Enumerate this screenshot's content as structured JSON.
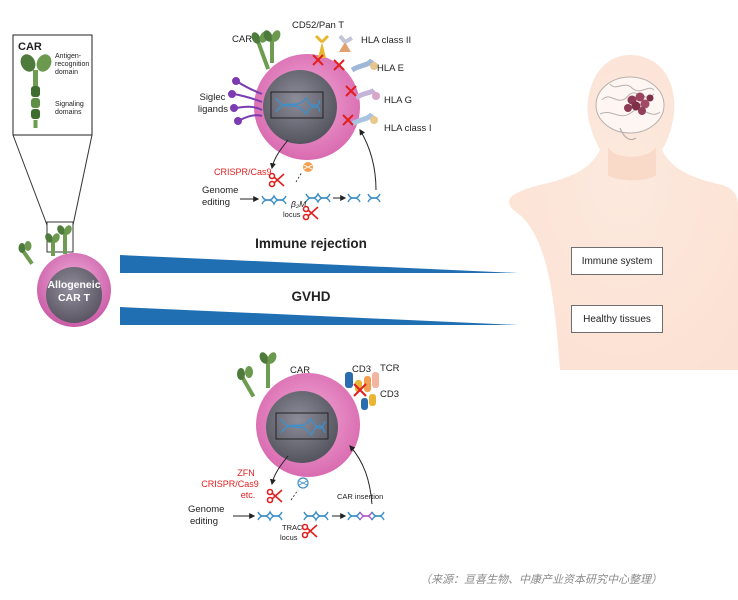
{
  "legend": {
    "title": "CAR",
    "antigen_domain": [
      "Antigen-",
      "recognition",
      "domain"
    ],
    "signaling_domain": [
      "Signaling",
      "domains"
    ]
  },
  "top_cell": {
    "car": "CAR",
    "cd52": "CD52/Pan T",
    "hla_ii": "HLA class II",
    "hla_e": "HLA E",
    "hla_g": "HLA G",
    "hla_i": "HLA class I",
    "siglec": [
      "Siglec",
      "ligands"
    ],
    "crispr": "CRISPR/Cas9",
    "genome_editing": [
      "Genome",
      "editing"
    ],
    "b2m": "β₂M",
    "locus": "locus"
  },
  "center": {
    "cell_label": [
      "Allogeneic",
      "CAR T"
    ],
    "immune_rejection": "Immune rejection",
    "gvhd": "GVHD",
    "immune_system": "Immune system",
    "healthy_tissues": "Healthy tissues"
  },
  "bottom_cell": {
    "car": "CAR",
    "tcr": "TCR",
    "cd3_a": "CD3",
    "cd3_b": "CD3",
    "zfn": "ZFN",
    "crispr": "CRISPR/Cas9",
    "etc": "etc.",
    "genome_editing": [
      "Genome",
      "editing"
    ],
    "trac": "TRAC",
    "locus": "locus",
    "car_insertion": "CAR insertion"
  },
  "footnote": "（来源：亘喜生物、中康产业资本研究中心整理）",
  "colors": {
    "cell_pink": "#e67fc0",
    "nucleus": "#6f6f7c",
    "wedge_blue": "#1f6fb2",
    "red_text": "#e02020",
    "body_silhouette": "#fbe3d6"
  }
}
